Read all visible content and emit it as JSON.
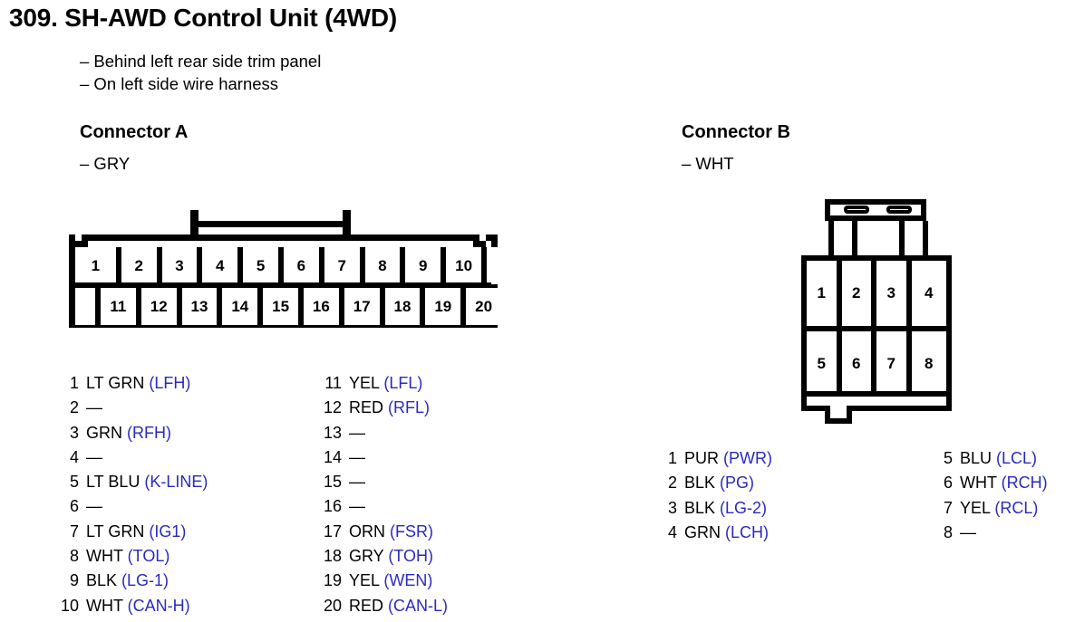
{
  "page": {
    "title": "309. SH-AWD Control Unit (4WD)",
    "notes": [
      "– Behind left rear side trim panel",
      "– On left side wire harness"
    ],
    "code_color": "#2a2ac0"
  },
  "connector_a": {
    "heading": "Connector A",
    "color_note": "– GRY",
    "diagram": {
      "top_row_pins": [
        "1",
        "2",
        "3",
        "4",
        "5",
        "6",
        "7",
        "8",
        "9",
        "10"
      ],
      "bottom_row_pins": [
        "11",
        "12",
        "13",
        "14",
        "15",
        "16",
        "17",
        "18",
        "19",
        "20"
      ]
    },
    "pins_left": [
      {
        "num": "1",
        "wire": "LT GRN",
        "code": "(LFH)"
      },
      {
        "num": "2",
        "wire": "—",
        "code": ""
      },
      {
        "num": "3",
        "wire": "GRN",
        "code": "(RFH)"
      },
      {
        "num": "4",
        "wire": "—",
        "code": ""
      },
      {
        "num": "5",
        "wire": "LT BLU",
        "code": "(K-LINE)"
      },
      {
        "num": "6",
        "wire": "—",
        "code": ""
      },
      {
        "num": "7",
        "wire": "LT GRN",
        "code": "(IG1)"
      },
      {
        "num": "8",
        "wire": "WHT",
        "code": "(TOL)"
      },
      {
        "num": "9",
        "wire": "BLK",
        "code": "(LG-1)"
      },
      {
        "num": "10",
        "wire": "WHT",
        "code": "(CAN-H)"
      }
    ],
    "pins_right": [
      {
        "num": "11",
        "wire": "YEL",
        "code": "(LFL)"
      },
      {
        "num": "12",
        "wire": "RED",
        "code": "(RFL)"
      },
      {
        "num": "13",
        "wire": "—",
        "code": ""
      },
      {
        "num": "14",
        "wire": "—",
        "code": ""
      },
      {
        "num": "15",
        "wire": "—",
        "code": ""
      },
      {
        "num": "16",
        "wire": "—",
        "code": ""
      },
      {
        "num": "17",
        "wire": "ORN",
        "code": "(FSR)"
      },
      {
        "num": "18",
        "wire": "GRY",
        "code": "(TOH)"
      },
      {
        "num": "19",
        "wire": "YEL",
        "code": "(WEN)"
      },
      {
        "num": "20",
        "wire": "RED",
        "code": "(CAN-L)"
      }
    ]
  },
  "connector_b": {
    "heading": "Connector B",
    "color_note": "– WHT",
    "diagram": {
      "top_row_pins": [
        "1",
        "2",
        "3",
        "4"
      ],
      "bottom_row_pins": [
        "5",
        "6",
        "7",
        "8"
      ]
    },
    "pins_left": [
      {
        "num": "1",
        "wire": "PUR",
        "code": "(PWR)"
      },
      {
        "num": "2",
        "wire": "BLK",
        "code": "(PG)"
      },
      {
        "num": "3",
        "wire": "BLK",
        "code": "(LG-2)"
      },
      {
        "num": "4",
        "wire": "GRN",
        "code": "(LCH)"
      }
    ],
    "pins_right": [
      {
        "num": "5",
        "wire": "BLU",
        "code": "(LCL)"
      },
      {
        "num": "6",
        "wire": "WHT",
        "code": "(RCH)"
      },
      {
        "num": "7",
        "wire": "YEL",
        "code": "(RCL)"
      },
      {
        "num": "8",
        "wire": "—",
        "code": ""
      }
    ]
  }
}
